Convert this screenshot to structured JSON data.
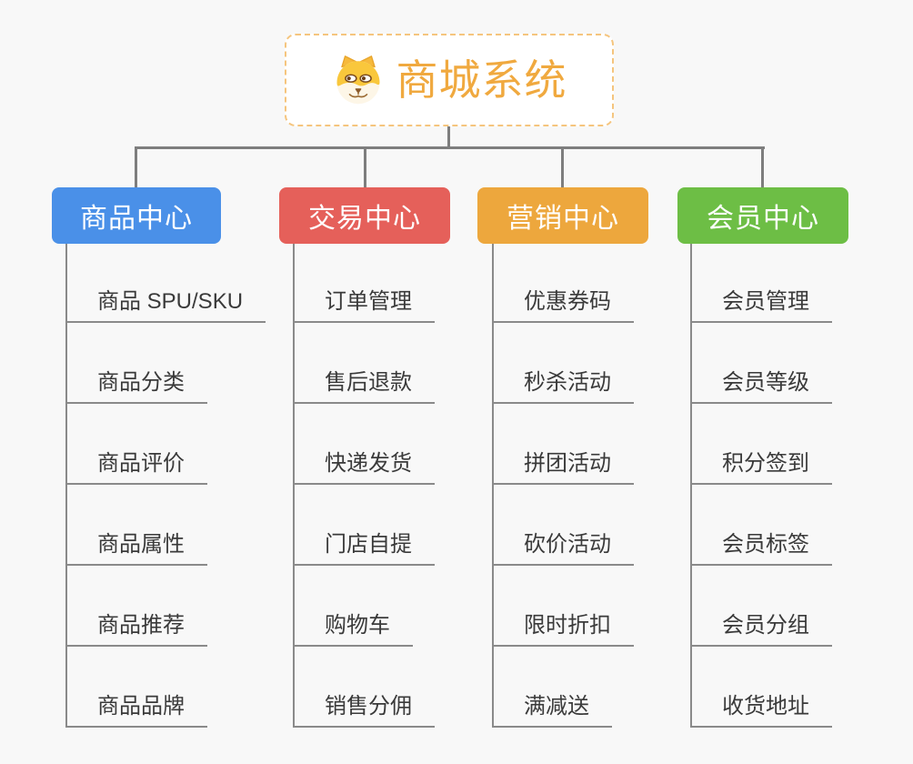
{
  "canvas": {
    "background": "#f8f8f8",
    "connector_color": "#7e7e7e",
    "underline_color": "#8a8a8a"
  },
  "root": {
    "title": "商城系统",
    "icon": "dog-face-icon",
    "title_color": "#f0a93f",
    "border_color": "#f5c57e"
  },
  "branches": [
    {
      "label": "商品中心",
      "color": "#4a90e8",
      "items": [
        "商品 SPU/SKU",
        "商品分类",
        "商品评价",
        "商品属性",
        "商品推荐",
        "商品品牌"
      ]
    },
    {
      "label": "交易中心",
      "color": "#e5605a",
      "items": [
        "订单管理",
        "售后退款",
        "快递发货",
        "门店自提",
        "购物车",
        "销售分佣"
      ]
    },
    {
      "label": "营销中心",
      "color": "#eda73d",
      "items": [
        "优惠券码",
        "秒杀活动",
        "拼团活动",
        "砍价活动",
        "限时折扣",
        "满减送"
      ]
    },
    {
      "label": "会员中心",
      "color": "#6dbe45",
      "items": [
        "会员管理",
        "会员等级",
        "积分签到",
        "会员标签",
        "会员分组",
        "收货地址"
      ]
    }
  ]
}
